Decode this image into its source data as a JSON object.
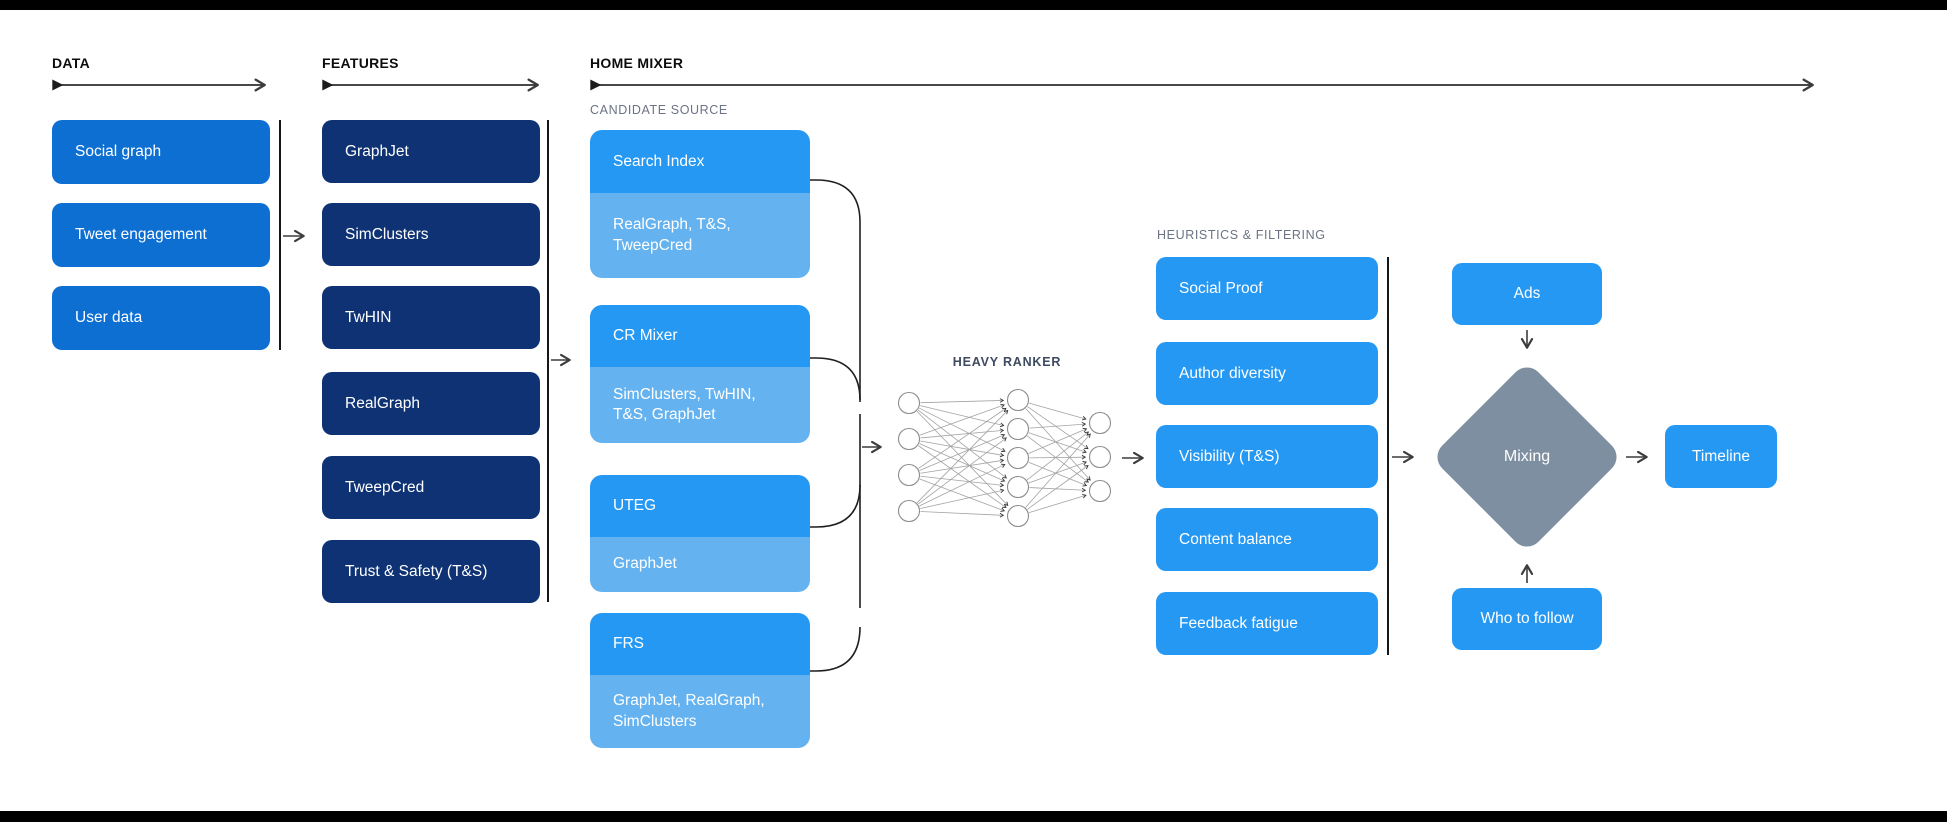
{
  "colors": {
    "data_box": "#0d6fd2",
    "feature_box": "#0e3273",
    "bright_box": "#2598f3",
    "light_box": "#64b2ef",
    "diamond": "#7e8fa2",
    "header_text": "#0d0d0d",
    "subheader_text": "#6b7384",
    "ranker_label_text": "#3d4a5f",
    "line": "#3c3c3c",
    "bar": "#000000"
  },
  "headers": {
    "data": "DATA",
    "features": "FEATURES",
    "home_mixer": "HOME MIXER",
    "candidate_source": "CANDIDATE SOURCE",
    "heavy_ranker": "HEAVY RANKER",
    "heuristics": "HEURISTICS & FILTERING"
  },
  "data_items": [
    "Social graph",
    "Tweet engagement",
    "User data"
  ],
  "feature_items": [
    "GraphJet",
    "SimClusters",
    "TwHIN",
    "RealGraph",
    "TweepCred",
    "Trust & Safety (T&S)"
  ],
  "candidate_sources": [
    {
      "title": "Search Index",
      "uses": "RealGraph, T&S, TweepCred"
    },
    {
      "title": "CR Mixer",
      "uses": "SimClusters, TwHIN, T&S, GraphJet"
    },
    {
      "title": "UTEG",
      "uses": "GraphJet"
    },
    {
      "title": "FRS",
      "uses": "GraphJet, RealGraph, SimClusters"
    }
  ],
  "heuristics_items": [
    "Social Proof",
    "Author diversity",
    "Visibility (T&S)",
    "Content balance",
    "Feedback fatigue"
  ],
  "mixing": {
    "ads": "Ads",
    "diamond": "Mixing",
    "who_to_follow": "Who to follow",
    "timeline": "Timeline"
  },
  "heavy_ranker_nn": {
    "layers": [
      4,
      5,
      3
    ]
  }
}
